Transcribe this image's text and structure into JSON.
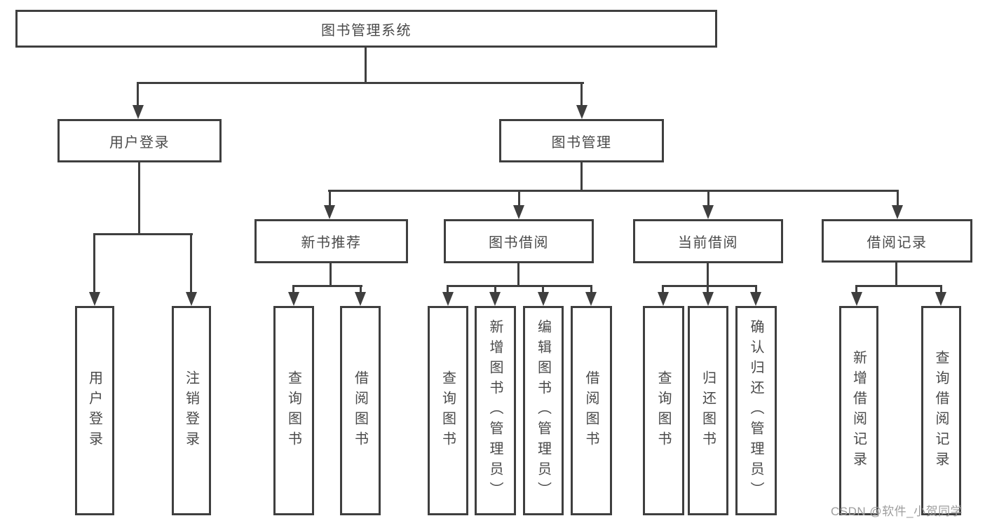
{
  "tree": {
    "label": "图书管理系统",
    "children": [
      {
        "label": "用户登录",
        "children": [
          {
            "label": "用户登录"
          },
          {
            "label": "注销登录"
          }
        ]
      },
      {
        "label": "图书管理",
        "children": [
          {
            "label": "新书推荐",
            "children": [
              {
                "label": "查询图书"
              },
              {
                "label": "借阅图书"
              }
            ]
          },
          {
            "label": "图书借阅",
            "children": [
              {
                "label": "查询图书"
              },
              {
                "label": "新增图书（管理员）"
              },
              {
                "label": "编辑图书（管理员）"
              },
              {
                "label": "借阅图书"
              }
            ]
          },
          {
            "label": "当前借阅",
            "children": [
              {
                "label": "查询图书"
              },
              {
                "label": "归还图书"
              },
              {
                "label": "确认归还（管理员）"
              }
            ]
          },
          {
            "label": "借阅记录",
            "children": [
              {
                "label": "新增借阅记录"
              },
              {
                "label": "查询借阅记录"
              }
            ]
          }
        ]
      }
    ]
  },
  "watermark": {
    "text": "CSDN @软件_小贺同学"
  },
  "colors": {
    "line": "#3f3f3f",
    "text": "#4a4a4a",
    "watermark": "#9e9e9e",
    "background": "#ffffff"
  }
}
